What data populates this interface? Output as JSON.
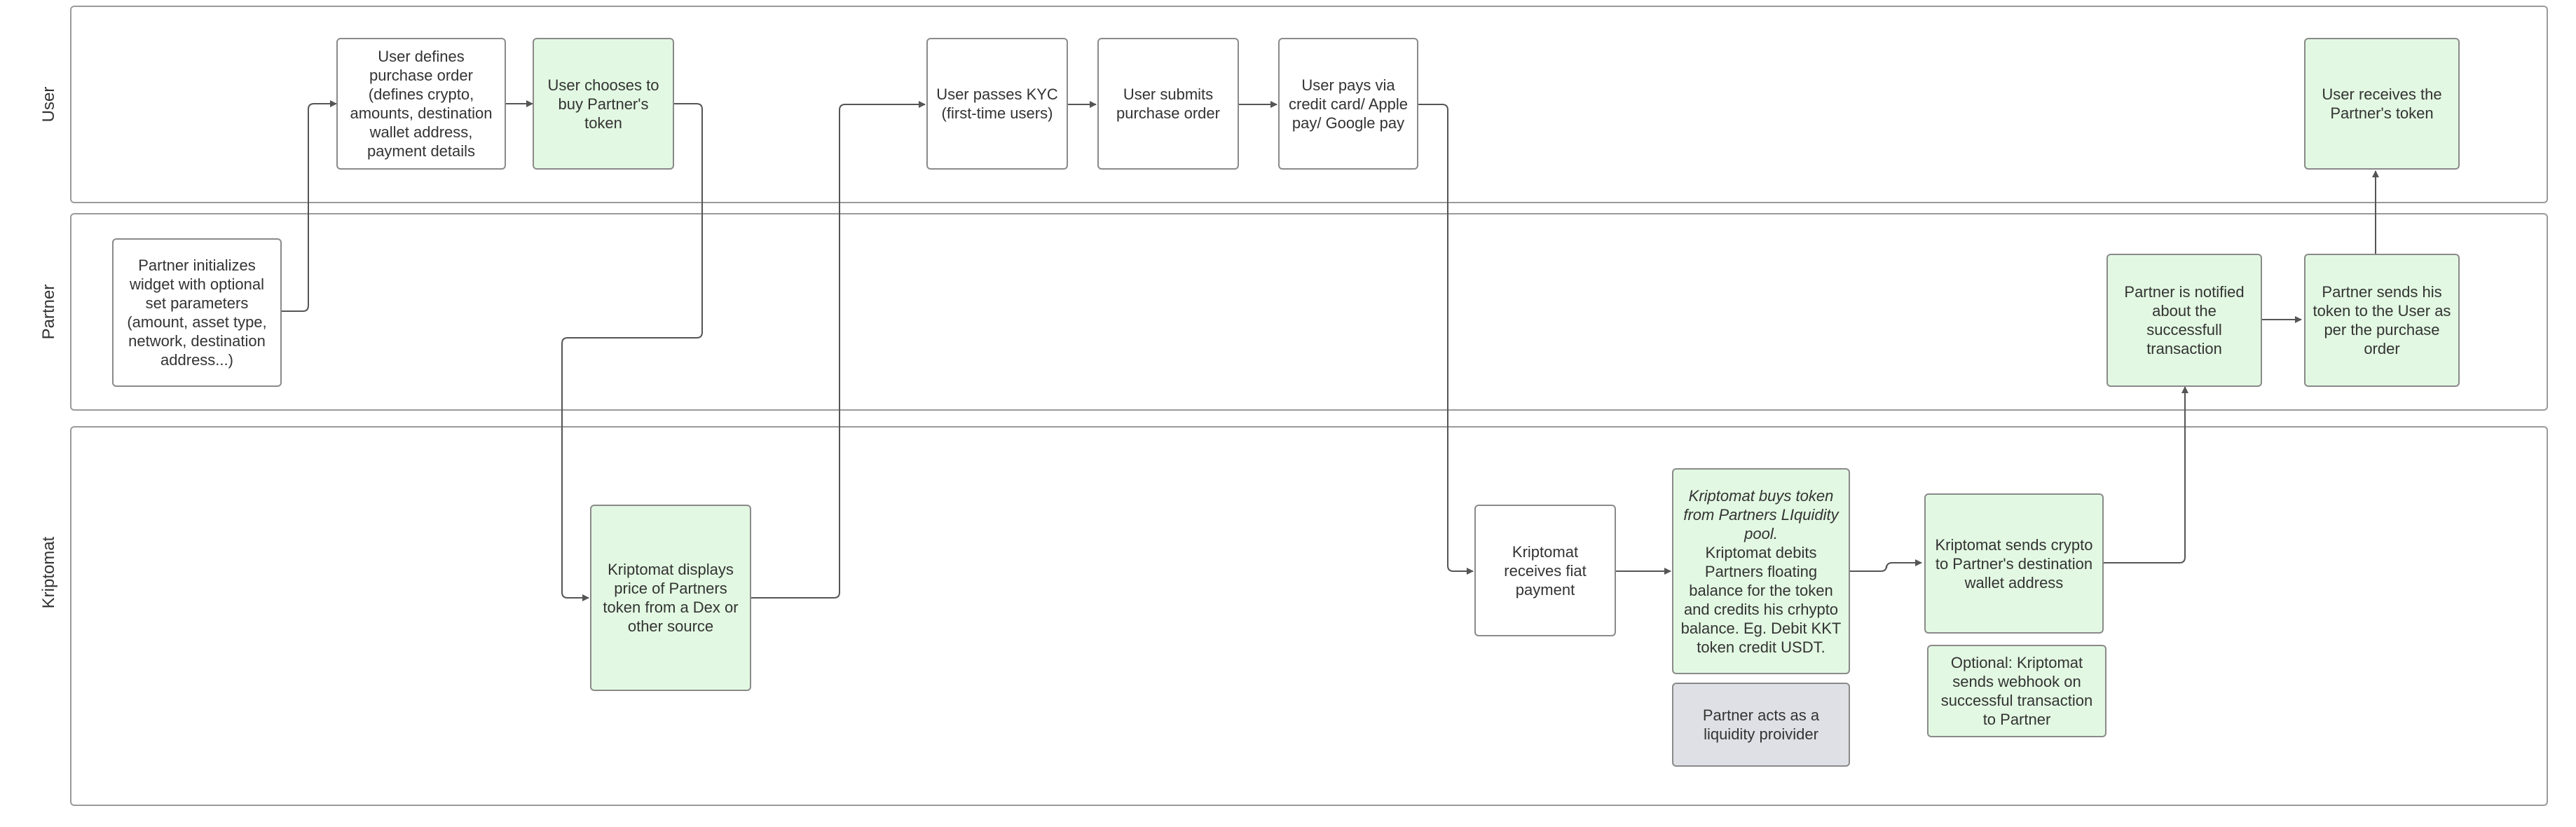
{
  "lanes": {
    "user": "User",
    "partner": "Partner",
    "kriptomat": "Kriptomat"
  },
  "nodes": {
    "partner_init": "Partner initializes widget with optional set parameters (amount, asset type, network, destination address...)",
    "user_defines": "User defines purchase order (defines crypto, amounts, destination wallet address, payment details",
    "user_chooses": "User chooses to buy Partner's token",
    "kriptomat_displays": "Kriptomat displays price of Partners token from a Dex or other source",
    "user_kyc": "User passes KYC (first-time users)",
    "user_submits": "User submits purchase order",
    "user_pays": "User pays via credit card/ Apple pay/ Google pay",
    "kriptomat_receives": "Kriptomat receives fiat payment",
    "kriptomat_buys_italic": "Kriptomat buys token from Partners LIquidity pool.",
    "kriptomat_buys_text": "Kriptomat debits Partners floating balance for the token and credits his crhypto balance. Eg. Debit KKT token credit USDT.",
    "liquidity_provider": "Partner acts as a liquidity proivider",
    "kriptomat_sends": "Kriptomat sends crypto to Partner's destination wallet address",
    "webhook": "Optional: Kriptomat sends webhook on successful transaction to Partner",
    "partner_notified": "Partner is notified about the successfull transaction",
    "partner_sends": "Partner sends his token to the User as per the purchase order",
    "user_receives": "User receives the Partner's token"
  },
  "colors": {
    "lane_border": "#9a9a9a",
    "box_border": "#8a8a8a",
    "green_fill": "#e2f8e2",
    "gray_fill": "#dfe0e5",
    "edge": "#555555"
  }
}
